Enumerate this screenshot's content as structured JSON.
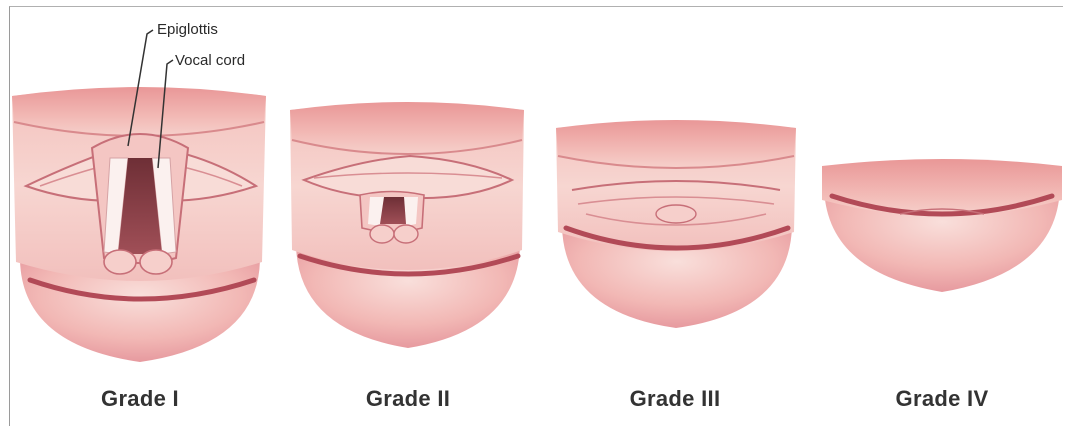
{
  "annotations": {
    "epiglottis": "Epiglottis",
    "vocal_cord": "Vocal cord"
  },
  "grades": [
    {
      "label": "Grade I"
    },
    {
      "label": "Grade II"
    },
    {
      "label": "Grade III"
    },
    {
      "label": "Grade IV"
    }
  ],
  "colors": {
    "tissue_light": "#f6d3cf",
    "tissue_mid": "#eea9a6",
    "tissue_dark": "#d6787c",
    "crease": "#b24a57",
    "airway": "#8a3f47",
    "cord_white": "#fbf1ef"
  }
}
